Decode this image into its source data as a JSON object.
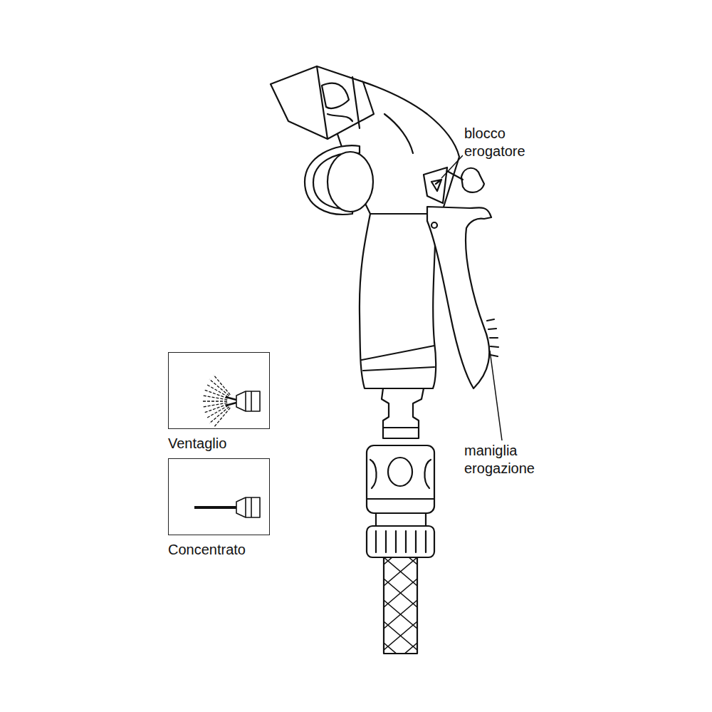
{
  "diagram": {
    "nodes": [
      {
        "text": [
          "Ventaglio"
        ]
      },
      {
        "text": [
          "Concentrato"
        ]
      }
    ],
    "labels": [
      "blocco erogatore",
      "maniglia erogazione"
    ]
  }
}
